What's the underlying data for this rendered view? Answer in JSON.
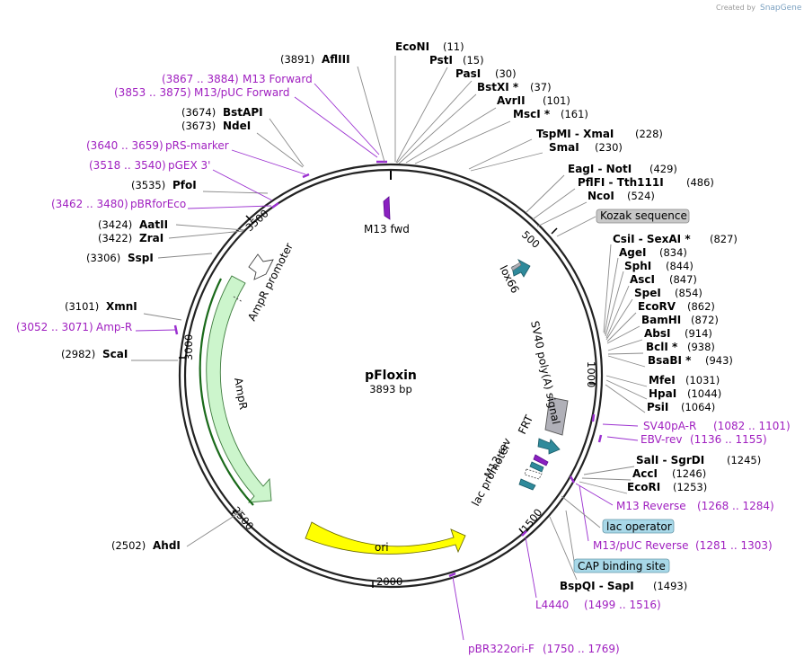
{
  "header": {
    "created_by": "Created by",
    "brand": "SnapGene"
  },
  "plasmid": {
    "name": "pFloxin",
    "size": "3893 bp"
  },
  "ticks": [
    "500",
    "1000",
    "1500",
    "2000",
    "2500",
    "3000",
    "3500"
  ],
  "features": {
    "m13fwd": "M13 fwd",
    "lox66": "lox66",
    "sv40": "SV40 poly(A) signal",
    "frt": "FRT",
    "m13rev": "M13 rev",
    "lacprom": "lac promoter",
    "ori": "ori",
    "ampr": "AmpR",
    "ampr_prom": "AmpR promoter"
  },
  "sites": [
    {
      "name": "EcoNI",
      "pos": "(11)"
    },
    {
      "name": "PstI",
      "pos": "(15)"
    },
    {
      "name": "PasI",
      "pos": "(30)"
    },
    {
      "name": "BstXI *",
      "pos": "(37)"
    },
    {
      "name": "AvrII",
      "pos": "(101)"
    },
    {
      "name": "MscI *",
      "pos": "(161)"
    },
    {
      "name": "TspMI  -  XmaI",
      "pos": "(228)"
    },
    {
      "name": "SmaI",
      "pos": "(230)"
    },
    {
      "name": "EagI  -  NotI",
      "pos": "(429)"
    },
    {
      "name": "PflFI  -  Tth111I",
      "pos": "(486)"
    },
    {
      "name": "NcoI",
      "pos": "(524)"
    },
    {
      "name": "CsiI  -  SexAI *",
      "pos": "(827)"
    },
    {
      "name": "AgeI",
      "pos": "(834)"
    },
    {
      "name": "SphI",
      "pos": "(844)"
    },
    {
      "name": "AscI",
      "pos": "(847)"
    },
    {
      "name": "SpeI",
      "pos": "(854)"
    },
    {
      "name": "EcoRV",
      "pos": "(862)"
    },
    {
      "name": "BamHI",
      "pos": "(872)"
    },
    {
      "name": "AbsI",
      "pos": "(914)"
    },
    {
      "name": "BclI *",
      "pos": "(938)"
    },
    {
      "name": "BsaBI *",
      "pos": "(943)"
    },
    {
      "name": "MfeI",
      "pos": "(1031)"
    },
    {
      "name": "HpaI",
      "pos": "(1044)"
    },
    {
      "name": "PsiI",
      "pos": "(1064)"
    },
    {
      "name": "SalI  -  SgrDI",
      "pos": "(1245)"
    },
    {
      "name": "AccI",
      "pos": "(1246)"
    },
    {
      "name": "EcoRI",
      "pos": "(1253)"
    },
    {
      "name": "BspQI  -  SapI",
      "pos": "(1493)"
    },
    {
      "name": "AhdI",
      "pos": "(2502)"
    },
    {
      "name": "ScaI",
      "pos": "(2982)"
    },
    {
      "name": "XmnI",
      "pos": "(3101)"
    },
    {
      "name": "SspI",
      "pos": "(3306)"
    },
    {
      "name": "ZraI",
      "pos": "(3422)"
    },
    {
      "name": "AatII",
      "pos": "(3424)"
    },
    {
      "name": "PfoI",
      "pos": "(3535)"
    },
    {
      "name": "NdeI",
      "pos": "(3673)"
    },
    {
      "name": "BstAPI",
      "pos": "(3674)"
    },
    {
      "name": "AflIII",
      "pos": "(3891)"
    }
  ],
  "primers": [
    {
      "name": "M13 Forward",
      "range": "(3867 .. 3884)"
    },
    {
      "name": "M13/pUC Forward",
      "range": "(3853 .. 3875)"
    },
    {
      "name": "pRS-marker",
      "range": "(3640 .. 3659)"
    },
    {
      "name": "pGEX 3'",
      "range": "(3518 .. 3540)"
    },
    {
      "name": "pBRforEco",
      "range": "(3462 .. 3480)"
    },
    {
      "name": "Amp-R",
      "range": "(3052 .. 3071)"
    },
    {
      "name": "SV40pA-R",
      "range": "(1082 .. 1101)"
    },
    {
      "name": "EBV-rev",
      "range": "(1136 .. 1155)"
    },
    {
      "name": "M13 Reverse",
      "range": "(1268 .. 1284)"
    },
    {
      "name": "M13/pUC Reverse",
      "range": "(1281 .. 1303)"
    },
    {
      "name": "L4440",
      "range": "(1499 .. 1516)"
    },
    {
      "name": "pBR322ori-F",
      "range": "(1750 .. 1769)"
    }
  ],
  "boxes": {
    "kozak": "Kozak sequence",
    "lacop": "lac operator",
    "cap": "CAP binding site"
  },
  "colors": {
    "primer": "#a020c0",
    "ampr_fill": "#ccf5cc",
    "ori_fill": "#ffff00",
    "feature_teal": "#2f8a9b",
    "sv40_fill": "#b0b0b8",
    "box_fill": "#c8c8c8",
    "box_blue": "#a8d8e8"
  }
}
